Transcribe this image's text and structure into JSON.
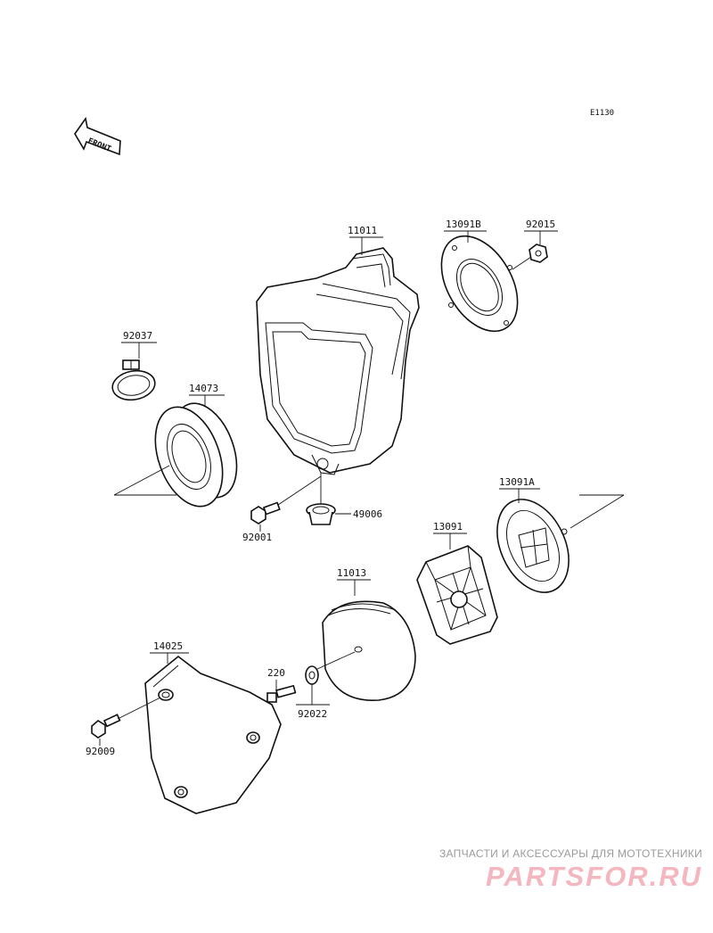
{
  "diagram": {
    "ref_code": "E1130",
    "front_label": "FRONT",
    "part_numbers": {
      "p11011": "11011",
      "p13091B": "13091B",
      "p92015": "92015",
      "p92037": "92037",
      "p14073": "14073",
      "p92001": "92001",
      "p49006": "49006",
      "p13091A": "13091A",
      "p13091": "13091",
      "p11013": "11013",
      "p14025": "14025",
      "p220": "220",
      "p92022": "92022",
      "p92009": "92009"
    }
  },
  "watermark": {
    "tagline": "ЗАПЧАСТИ И АКСЕССУАРЫ ДЛЯ МОТОТЕХНИКИ",
    "logo": "PARTSFOR.RU",
    "color_text": "#9a9a9a",
    "color_logo": "#f4b7bf"
  }
}
